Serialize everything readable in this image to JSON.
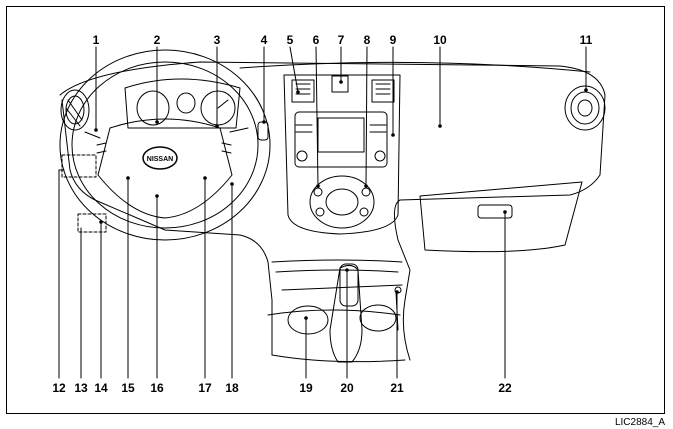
{
  "figure_id": "LIC2884_A",
  "brand_badge": "NISSAN",
  "callouts": [
    "1",
    "2",
    "3",
    "4",
    "5",
    "6",
    "7",
    "8",
    "9",
    "10",
    "11",
    "12",
    "13",
    "14",
    "15",
    "16",
    "17",
    "18",
    "19",
    "20",
    "21",
    "22"
  ]
}
